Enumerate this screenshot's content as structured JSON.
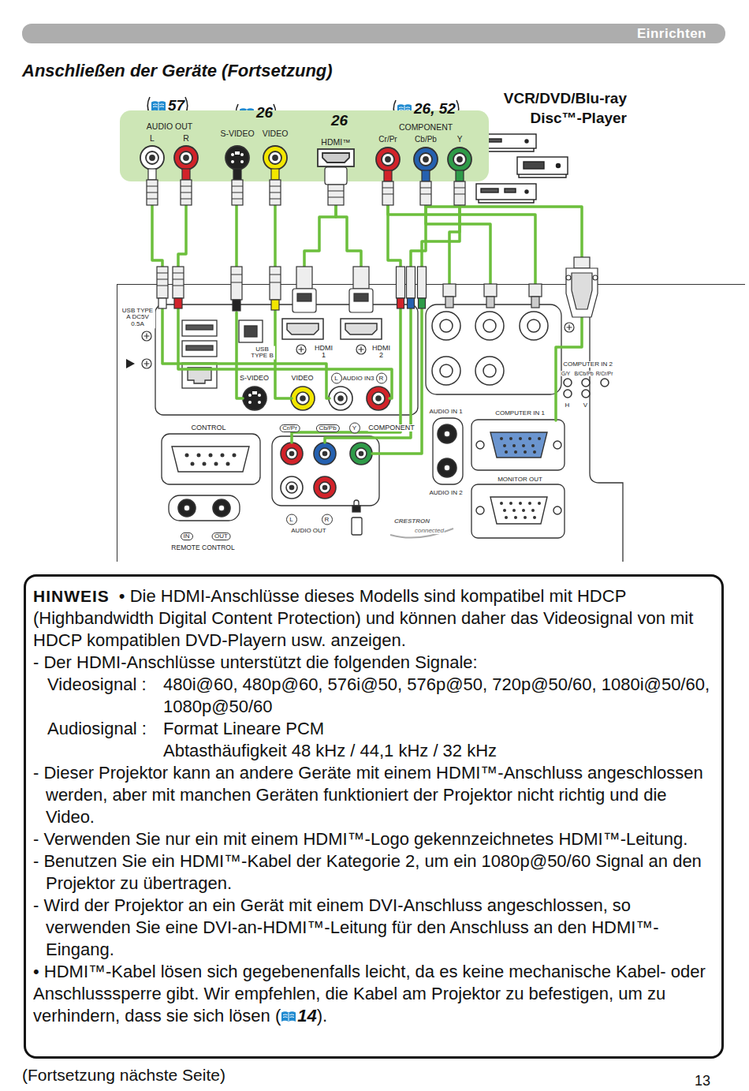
{
  "diagram": {
    "title": "Anschließen der Geräte (Fortsetzung)",
    "nodes": [
      {
        "text": [
          "Einrichten"
        ]
      },
      {
        "text": [
          "AUDIO OUT",
          "L",
          "R",
          "S-VIDEO",
          "VIDEO",
          "HDMI™",
          "COMPONENT",
          "Cr/Pr",
          "Cb/Pb",
          "Y"
        ]
      },
      {
        "text": [
          "USB TYPE A DC5V 0.5A",
          "USB TYPE B",
          "HDMI 1",
          "HDMI 2",
          "S-VIDEO",
          "VIDEO",
          "L",
          "AUDIO IN3",
          "R",
          "CONTROL",
          "Cr/Pr",
          "Cb/Pb",
          "Y",
          "COMPONENT",
          "AUDIO IN 1",
          "AUDIO IN 2",
          "COMPUTER IN 2",
          "G/Y",
          "B/Cb/Pb",
          "R/Cr/Pr",
          "H",
          "V",
          "COMPUTER IN 1",
          "MONITOR OUT",
          "IN",
          "OUT",
          "REMOTE CONTROL",
          "L",
          "R",
          "AUDIO OUT",
          "CRESTRON",
          "connected"
        ]
      },
      {
        "text": [
          "HINWEIS",
          "• Die HDMI-Anschlüsse dieses Modells sind kompatibel mit HDCP (Highbandwidth Digital Content Protection) und können daher das Videosignal von mit HDCP kompatiblen DVD-Playern usw. anzeigen.",
          "- Der HDMI-Anschlüsse unterstützt die folgenden Signale:",
          "Videosignal :",
          "480i@60, 480p@60, 576i@50, 576p@50, 720p@50/60, 1080i@50/60, 1080p@50/60",
          "Audiosignal :",
          "Format Lineare PCM",
          "Abtasthäufigkeit 48 kHz / 44,1 kHz / 32 kHz",
          "- Dieser Projektor kann an andere Geräte mit einem HDMI™-Anschluss angeschlossen werden, aber mit manchen Geräten funktioniert der Projektor nicht richtig und die Video.",
          "- Verwenden Sie nur ein mit einem HDMI™-Logo gekennzeichnetes HDMI™-Leitung.",
          "- Benutzen Sie ein HDMI™-Kabel der Kategorie 2, um ein 1080p@50/60 Signal an den Projektor zu übertragen.",
          "- Wird der Projektor an ein Gerät mit einem DVI-Anschluss angeschlossen, so verwenden Sie eine DVI-an-HDMI™-Leitung für den Anschluss an den HDMI™-Eingang.",
          "• HDMI™-Kabel lösen sich gegebenenfalls leicht, da es keine mechanische Kabel- oder Anschlusssperre gibt. Wir empfehlen, die Kabel am Projektor zu befestigen, um zu verhindern, dass sie sich lösen (",
          "14",
          ")."
        ]
      }
    ],
    "edges": [
      {
        "from": 1,
        "to": 2,
        "arrow": "none"
      },
      {
        "from": 1,
        "to": 2,
        "arrow": "none"
      },
      {
        "from": 1,
        "to": 2,
        "arrow": "none"
      },
      {
        "from": 1,
        "to": 2,
        "arrow": "none"
      },
      {
        "from": 1,
        "to": 2,
        "arrow": "none"
      },
      {
        "from": 1,
        "to": 2,
        "arrow": "none"
      },
      {
        "from": 1,
        "to": 2,
        "arrow": "none"
      },
      {
        "from": 1,
        "to": 2,
        "arrow": "none"
      },
      {
        "from": 1,
        "to": 2,
        "arrow": "none"
      },
      {
        "from": 1,
        "to": 2,
        "arrow": "none"
      },
      {
        "from": 1,
        "to": 2,
        "arrow": "none"
      },
      {
        "from": 1,
        "to": 2,
        "arrow": "none"
      },
      {
        "from": 1,
        "to": 2,
        "arrow": "none"
      }
    ],
    "labels": [
      "57",
      "26",
      "26",
      "26, 52",
      "VCR/DVD/Blu-ray Disc™-Player",
      "(Fortsetzung nächste Seite)",
      "13"
    ]
  }
}
